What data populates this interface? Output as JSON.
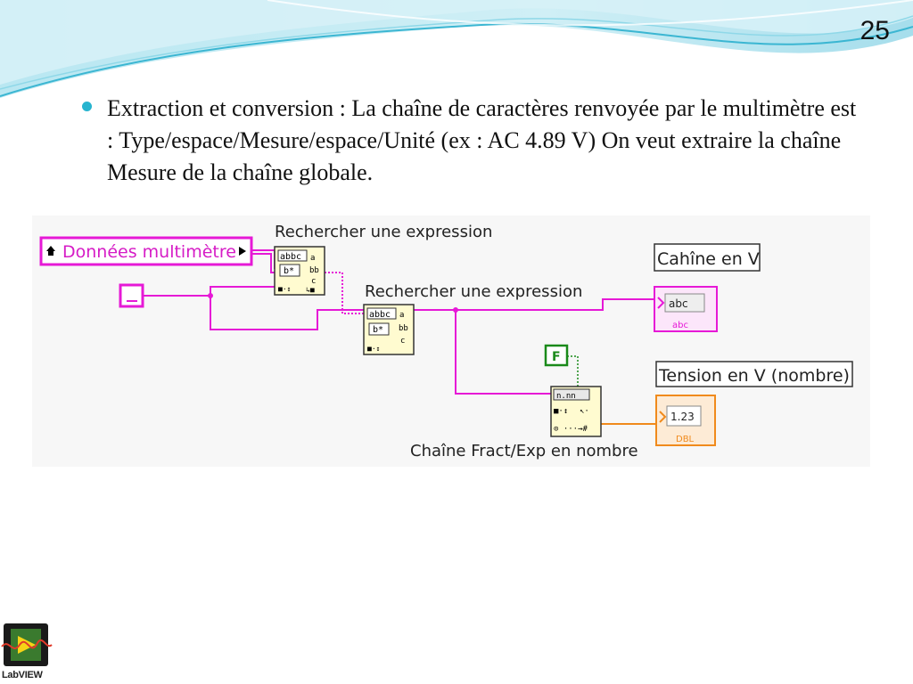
{
  "slide": {
    "number": "25",
    "bullet_text": "Extraction et conversion : La chaîne de caractères renvoyée par le multimètre est : Type/espace/Mesure/espace/Unité (ex : AC 4.89 V) On veut extraire la chaîne Mesure de la chaîne globale."
  },
  "diagram": {
    "input_control": "Données multimètre",
    "function_1": "Rechercher une expression",
    "function_2": "Rechercher une expression",
    "indicator_string": "Cahîne en V",
    "indicator_number": "Tension en V (nombre)",
    "conversion_function": "Chaîne Fract/Exp en nombre",
    "string_terminal_value": "abc",
    "string_terminal_type": "abc",
    "number_terminal_value": "1.23",
    "number_terminal_type": "DBL",
    "boolean_constant": "F",
    "conversion_icon_text": "n.nn",
    "colors": {
      "string_wire": "#e619d6",
      "number_wire": "#f08a1c",
      "boolean_wire": "#1a8a1a",
      "background": "#f7f7f7"
    }
  },
  "footer": {
    "logo_text": "LabVIEW"
  }
}
